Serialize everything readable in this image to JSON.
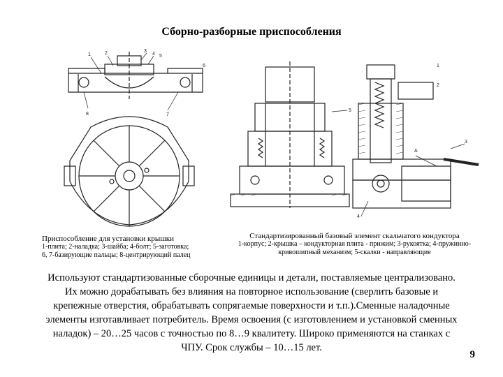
{
  "title": "Сборно-разборные приспособления",
  "figure_left": {
    "callouts": [
      "1",
      "2",
      "3",
      "4",
      "5",
      "6",
      "7",
      "8"
    ],
    "caption_lines": [
      "Приспособление для установки крышки",
      "1-плита; 2-наладка; 3-шайба; 4-болт; 5-заготовка;",
      "6, 7-базирующие пальцы; 8-центрирующий палец"
    ]
  },
  "figure_right": {
    "callouts": [
      "5",
      "A",
      "3",
      "1",
      "2",
      "4"
    ],
    "caption_lines": [
      "Стандартизированный базовый элемент скальчатого кондуктора",
      "1-корпус; 2-крышка – кондукторная плита - прижим; 3-рукоятка; 4-пружинно-",
      "кривошипный механизм; 5-скалки - направляющие"
    ]
  },
  "body_lines": [
    "Используют стандартизованные сборочные единицы и детали, поставляемые централизовано.",
    "Их можно дорабатывать без влияния на повторное использование (сверлить базовые и",
    "крепежные отверстия, обрабатывать сопрягаемые поверхности и т.п.).Сменные наладочные",
    "элементы изготавливает потребитель. Время освоения (с изготовлением и установкой сменных",
    "наладок) – 20…25 часов с точностью по 8…9 квалитету. Широко применяются на станках с",
    "ЧПУ. Срок службы – 10…15 лет."
  ],
  "page_number": "9"
}
